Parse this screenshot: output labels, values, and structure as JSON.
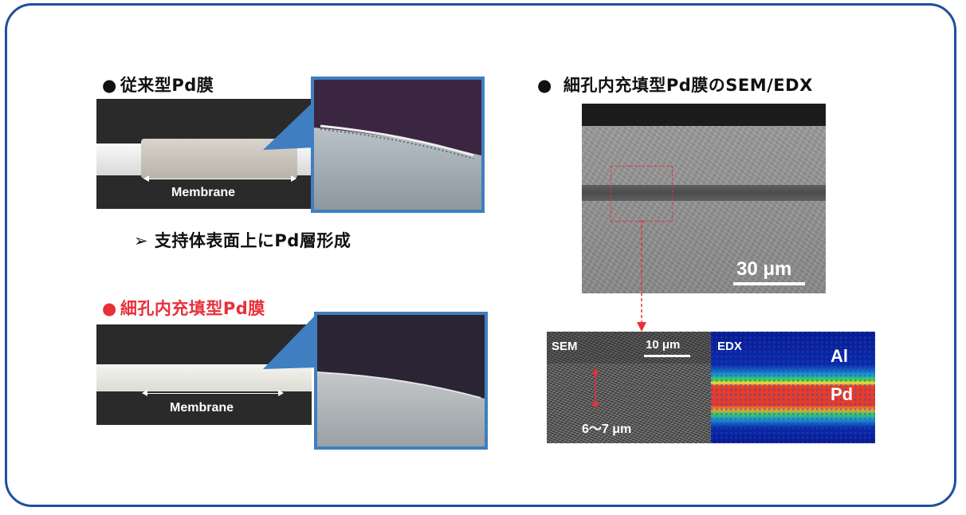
{
  "left": {
    "conventional": {
      "bullet": "●",
      "title": "従来型Pd膜",
      "membrane_label": "Membrane",
      "note_arrow": "➢",
      "note": "支持体表面上にPd層形成"
    },
    "pore_filled": {
      "bullet": "●",
      "title": "細孔内充填型Pd膜",
      "membrane_label": "Membrane"
    }
  },
  "right": {
    "bullet": "●",
    "title": "細孔内充填型Pd膜のSEM/EDX",
    "sem_scale_top": "30 μm",
    "sem_label": "SEM",
    "sem_scale_bottom": "10 μm",
    "thickness": "6～7 μm",
    "edx_label": "EDX",
    "edx_al": "Al",
    "edx_pd": "Pd"
  },
  "colors": {
    "frame": "#1f4fa0",
    "zoom_border": "#3f7ec0",
    "accent_red": "#e8303a"
  }
}
